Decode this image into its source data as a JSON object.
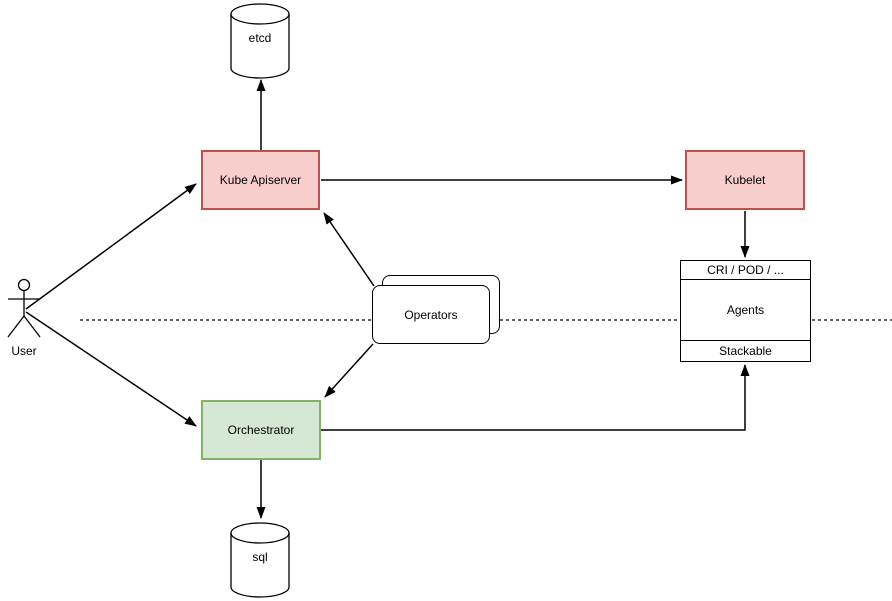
{
  "nodes": {
    "user": {
      "label": "User",
      "type": "actor"
    },
    "etcd": {
      "label": "etcd",
      "type": "database"
    },
    "kube_apiserver": {
      "label": "Kube Apiserver",
      "type": "box"
    },
    "kubelet": {
      "label": "Kubelet",
      "type": "box"
    },
    "operators": {
      "label": "Operators",
      "type": "stacked-rounded-box"
    },
    "orchestrator": {
      "label": "Orchestrator",
      "type": "box"
    },
    "agents_stack": {
      "header": "CRI / POD / ...",
      "body": "Agents",
      "footer": "Stackable",
      "type": "stack-box"
    },
    "sql": {
      "label": "sql",
      "type": "database"
    }
  },
  "edges": [
    {
      "from": "user",
      "to": "kube_apiserver",
      "style": "solid-arrow"
    },
    {
      "from": "user",
      "to": "orchestrator",
      "style": "solid-arrow"
    },
    {
      "from": "kube_apiserver",
      "to": "etcd",
      "style": "solid-arrow"
    },
    {
      "from": "kube_apiserver",
      "to": "kubelet",
      "style": "solid-arrow"
    },
    {
      "from": "kubelet",
      "to": "agents_stack",
      "style": "solid-arrow"
    },
    {
      "from": "operators",
      "to": "kube_apiserver",
      "style": "solid-arrow"
    },
    {
      "from": "operators",
      "to": "orchestrator",
      "style": "solid-arrow"
    },
    {
      "from": "orchestrator",
      "to": "agents_stack",
      "style": "solid-arrow"
    },
    {
      "from": "orchestrator",
      "to": "sql",
      "style": "solid-arrow"
    },
    {
      "from": "left-edge",
      "to": "right-edge",
      "style": "dashed-separator"
    }
  ],
  "colors": {
    "red_fill": "#f8cecc",
    "red_border": "#b85450",
    "green_fill": "#d5e8d4",
    "green_border": "#82b366",
    "line": "#000000",
    "background": "#ffffff",
    "text": "#000000"
  }
}
